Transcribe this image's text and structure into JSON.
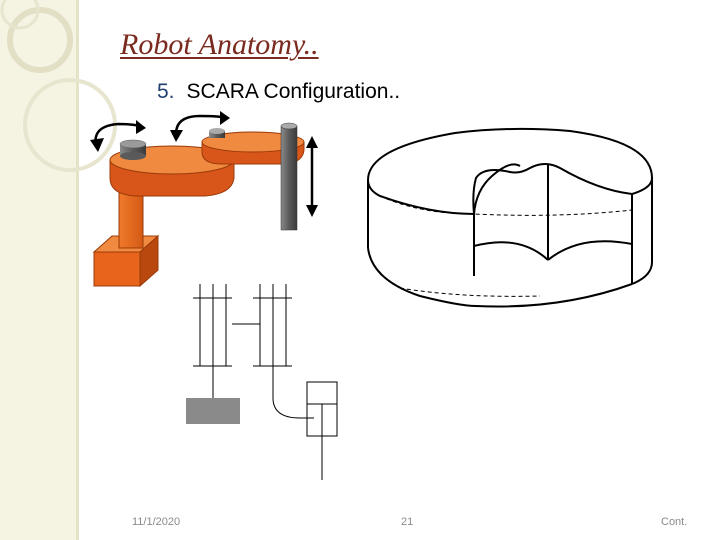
{
  "slide": {
    "title": "Robot Anatomy..",
    "item_number": "5.",
    "item_text": "SCARA Configuration.."
  },
  "footer": {
    "date": "11/1/2020",
    "page_number": "21",
    "cont_label": "Cont."
  },
  "colors": {
    "title": "#7a2a1e",
    "item_number": "#1f3f6e",
    "robot_orange": "#e8641c",
    "robot_dark_orange": "#b8480e",
    "shaft_gray": "#6d6d6d",
    "side_band": "#f5f3e2"
  },
  "icons": {
    "rotation_arrow_1": "rotation-arrow-icon",
    "rotation_arrow_2": "rotation-arrow-icon",
    "vertical_arrow": "double-headed-arrow-icon"
  }
}
